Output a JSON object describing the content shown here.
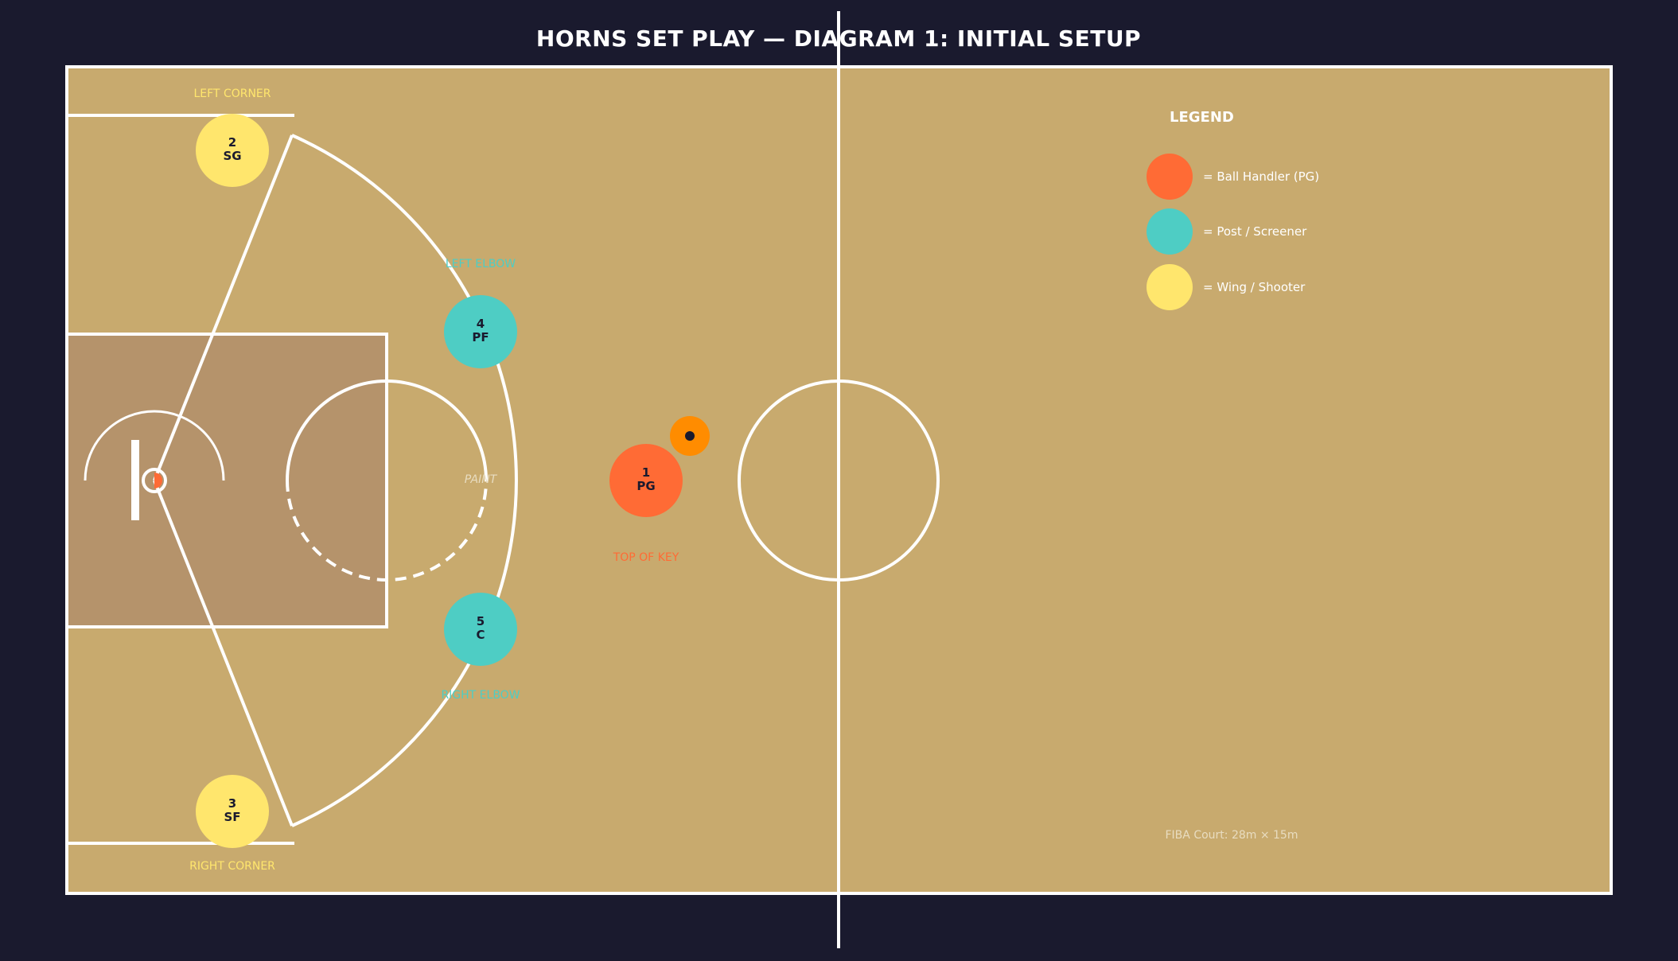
{
  "title": "HORNS SET PLAY — DIAGRAM 1: INITIAL SETUP",
  "colors": {
    "background": "#1a1a2e",
    "court": "#c8aa6e",
    "paint": "#b5936b",
    "lines": "#ffffff",
    "ball_handler": "#ff6b35",
    "post": "#4ecdc4",
    "wing": "#ffe66d",
    "ball": "#ff8c00"
  },
  "labels": {
    "left_corner": "LEFT CORNER",
    "right_corner": "RIGHT CORNER",
    "left_elbow": "LEFT ELBOW",
    "right_elbow": "RIGHT ELBOW",
    "paint": "PAINT",
    "top_of_key": "TOP OF KEY"
  },
  "players": [
    {
      "id": "p2",
      "number": "2",
      "position": "SG",
      "role": "wing"
    },
    {
      "id": "p4",
      "number": "4",
      "position": "PF",
      "role": "post"
    },
    {
      "id": "p1",
      "number": "1",
      "position": "PG",
      "role": "ball_handler"
    },
    {
      "id": "p5",
      "number": "5",
      "position": "C",
      "role": "post"
    },
    {
      "id": "p3",
      "number": "3",
      "position": "SF",
      "role": "wing"
    }
  ],
  "legend": {
    "title": "LEGEND",
    "items": [
      {
        "role": "ball_handler",
        "text": "= Ball Handler (PG)"
      },
      {
        "role": "post",
        "text": "= Post / Screener"
      },
      {
        "role": "wing",
        "text": "= Wing / Shooter"
      }
    ]
  },
  "footnote": "FIBA Court: 28m × 15m"
}
